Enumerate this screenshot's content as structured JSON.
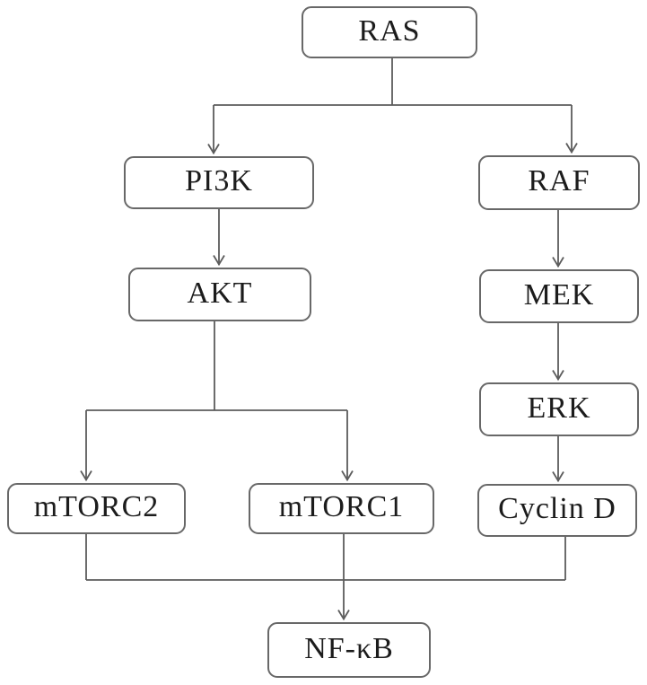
{
  "diagram": {
    "type": "flowchart",
    "description_visible_text_only": true,
    "nodes": [
      {
        "id": "ras",
        "label": "RAS"
      },
      {
        "id": "pi3k",
        "label": "PI3K"
      },
      {
        "id": "raf",
        "label": "RAF"
      },
      {
        "id": "akt",
        "label": "AKT"
      },
      {
        "id": "mek",
        "label": "MEK"
      },
      {
        "id": "erk",
        "label": "ERK"
      },
      {
        "id": "mtorc2",
        "label": "mTORC2"
      },
      {
        "id": "mtorc1",
        "label": "mTORC1"
      },
      {
        "id": "cyclind",
        "label": "Cyclin D"
      },
      {
        "id": "nfkb",
        "label": "NF-κB"
      }
    ],
    "edges": [
      {
        "from": "RAS",
        "to": "PI3K",
        "arrow": true
      },
      {
        "from": "RAS",
        "to": "RAF",
        "arrow": true
      },
      {
        "from": "PI3K",
        "to": "AKT",
        "arrow": true
      },
      {
        "from": "AKT",
        "to": "mTORC2",
        "arrow": true
      },
      {
        "from": "AKT",
        "to": "mTORC1",
        "arrow": true
      },
      {
        "from": "RAF",
        "to": "MEK",
        "arrow": true
      },
      {
        "from": "MEK",
        "to": "ERK",
        "arrow": true
      },
      {
        "from": "ERK",
        "to": "Cyclin D",
        "arrow": true
      },
      {
        "from": "mTORC2",
        "to": "NF-κB",
        "arrow": true
      },
      {
        "from": "mTORC1",
        "to": "NF-κB",
        "arrow": true
      },
      {
        "from": "Cyclin D",
        "to": "NF-κB",
        "arrow": true
      }
    ],
    "colors": {
      "background": "#ffffff",
      "box_fill": "#ffffff",
      "box_border": "#686868",
      "line": "#5c5c5c",
      "text": "#1c1c1c"
    }
  }
}
